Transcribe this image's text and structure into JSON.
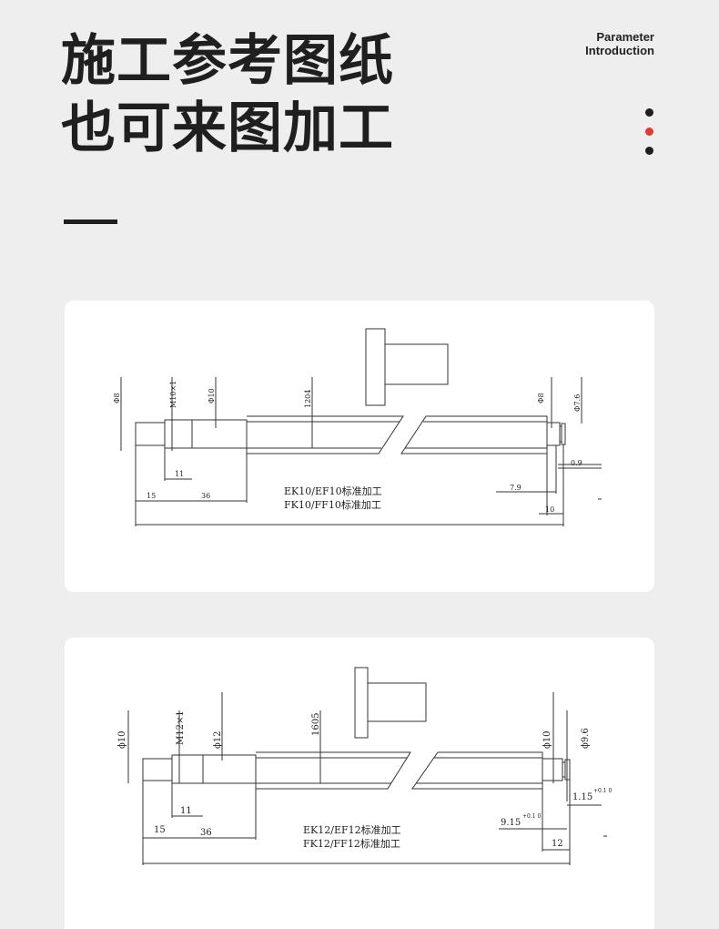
{
  "header": {
    "title_line1": "施工参考图纸",
    "title_line2": "也可来图加工",
    "param_line1": "Parameter",
    "param_line2": "Introduction"
  },
  "colors": {
    "dot_dark": "#1e1e1e",
    "dot_accent": "#e53935",
    "background": "#eeeeee",
    "card": "#ffffff"
  },
  "drawing1": {
    "phi_left": "Φ8",
    "thread": "M10×1",
    "phi_mid": "Φ10",
    "length": "1204",
    "phi_right": "Φ8",
    "phi_end": "Φ7.6",
    "dim_11": "11",
    "dim_15": "15",
    "dim_36": "36",
    "dim_09": "0.9",
    "dim_79": "7.9",
    "dim_10": "10",
    "label_line1": "EK10/EF10标准加工",
    "label_line2": "FK10/FF10标准加工"
  },
  "drawing2": {
    "phi_left": "ϕ10",
    "thread": "M12×1",
    "phi_mid": "ϕ12",
    "length": "1605",
    "phi_right": "ϕ10",
    "phi_end": "ϕ9.6",
    "dim_11": "11",
    "dim_15": "15",
    "dim_36": "36",
    "dim_115": "1.15",
    "dim_115_tol": "+0.1 0",
    "dim_915": "9.15",
    "dim_915_tol": "+0.1 0",
    "dim_12": "12",
    "label_line1": "EK12/EF12标准加工",
    "label_line2": "FK12/FF12标准加工"
  }
}
